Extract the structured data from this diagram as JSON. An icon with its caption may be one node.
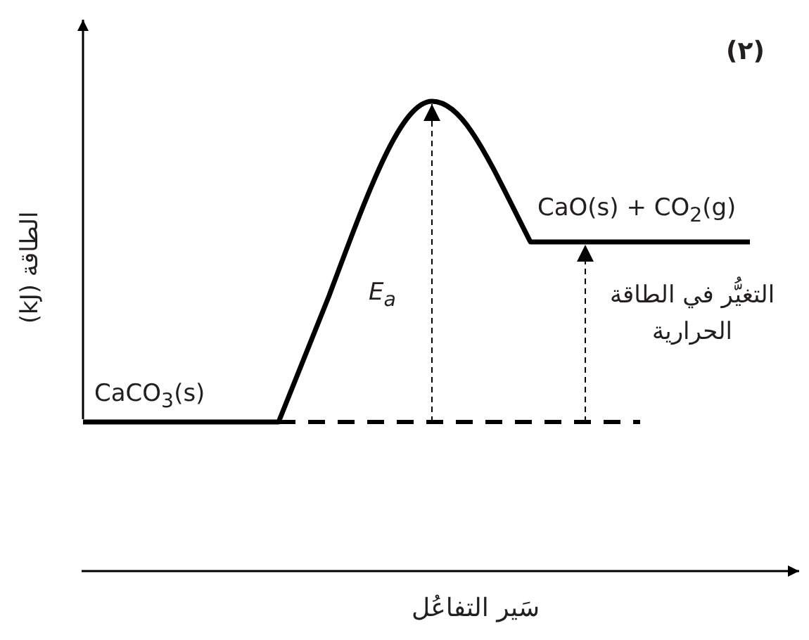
{
  "diagram": {
    "labels": [
      "(٢)",
      "الطاقة (kJ)",
      "CaO(s) + CO$_{2}$(g)",
      "E$_{a}$",
      "التغيُّر في الطاقة الحرارية",
      "CaCO$_{3}$(s)",
      "سَير التفاعُل"
    ]
  }
}
